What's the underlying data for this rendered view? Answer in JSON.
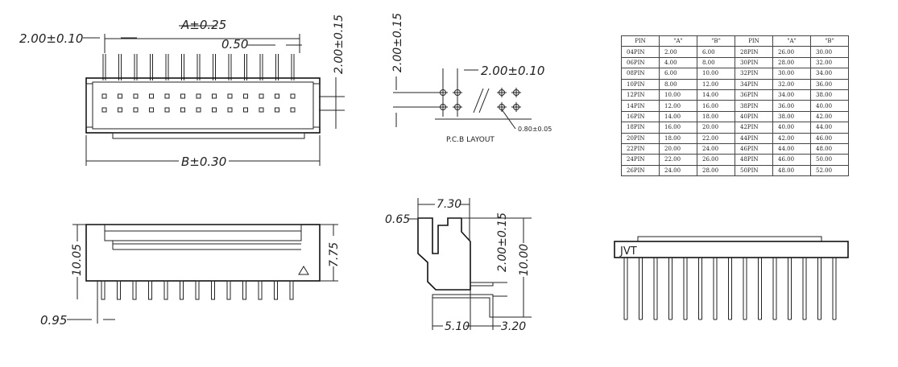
{
  "top_view": {
    "dim_a": "A±0.25",
    "dim_pitch": "2.00±0.10",
    "dim_pin": "0.50",
    "dim_row": "2.00±0.15",
    "dim_b": "B±0.30"
  },
  "pcb_layout": {
    "dim_row": "2.00±0.15",
    "dim_pitch": "2.00±0.10",
    "dim_hole": "0.80±0.05",
    "title": "P.C.B LAYOUT"
  },
  "front_view": {
    "dim_height": "10.05",
    "dim_body": "7.75",
    "dim_offset": "0.95"
  },
  "side_view": {
    "dim_width": "7.30",
    "dim_wall": "0.65",
    "dim_pitch": "2.00±0.15",
    "dim_height": "10.00",
    "dim_foot": "5.10",
    "dim_tail": "3.20"
  },
  "back_view": {
    "brand": "JVT"
  },
  "table": {
    "headers": [
      "PIN",
      "\"A\"",
      "\"B\"",
      "PIN",
      "\"A\"",
      "\"B\""
    ],
    "rows": [
      [
        "04PIN",
        "2.00",
        "6.00",
        "28PIN",
        "26.00",
        "30.00"
      ],
      [
        "06PIN",
        "4.00",
        "8.00",
        "30PIN",
        "28.00",
        "32.00"
      ],
      [
        "08PIN",
        "6.00",
        "10.00",
        "32PIN",
        "30.00",
        "34.00"
      ],
      [
        "10PIN",
        "8.00",
        "12.00",
        "34PIN",
        "32.00",
        "36.00"
      ],
      [
        "12PIN",
        "10.00",
        "14.00",
        "36PIN",
        "34.00",
        "38.00"
      ],
      [
        "14PIN",
        "12.00",
        "16.00",
        "38PIN",
        "36.00",
        "40.00"
      ],
      [
        "16PIN",
        "14.00",
        "18.00",
        "40PIN",
        "38.00",
        "42.00"
      ],
      [
        "18PIN",
        "16.00",
        "20.00",
        "42PIN",
        "40.00",
        "44.00"
      ],
      [
        "20PIN",
        "18.00",
        "22.00",
        "44PIN",
        "42.00",
        "46.00"
      ],
      [
        "22PIN",
        "20.00",
        "24.00",
        "46PIN",
        "44.00",
        "48.00"
      ],
      [
        "24PIN",
        "22.00",
        "26.00",
        "48PIN",
        "46.00",
        "50.00"
      ],
      [
        "26PIN",
        "24.00",
        "28.00",
        "50PIN",
        "48.00",
        "52.00"
      ]
    ]
  }
}
